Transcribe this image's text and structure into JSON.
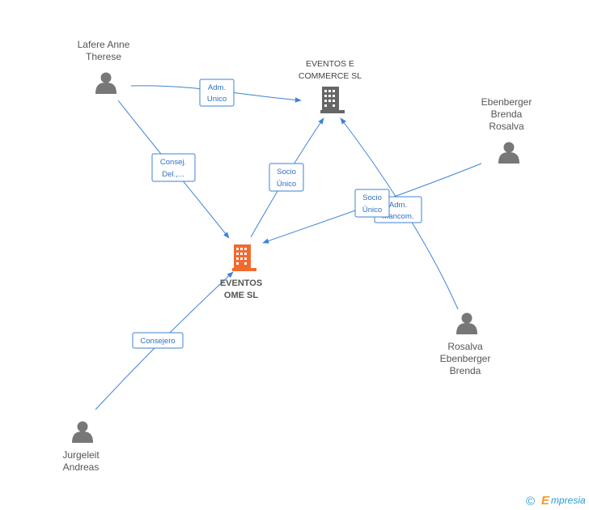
{
  "people": {
    "lafere": {
      "name_line1": "Lafere Anne",
      "name_line2": "Therese"
    },
    "ebenberger": {
      "name_line1": "Ebenberger",
      "name_line2": "Brenda",
      "name_line3": "Rosalva"
    },
    "rosalva": {
      "name_line1": "Rosalva",
      "name_line2": "Ebenberger",
      "name_line3": "Brenda"
    },
    "jurgeleit": {
      "name_line1": "Jurgeleit",
      "name_line2": "Andreas"
    }
  },
  "companies": {
    "commerce": {
      "name_line1": "EVENTOS E",
      "name_line2": "COMMERCE SL",
      "color": "#666666"
    },
    "ome": {
      "name_line1": "EVENTOS",
      "name_line2": "OME SL",
      "color": "#f26a2e"
    }
  },
  "edges": {
    "lafere_commerce": {
      "line1": "Adm.",
      "line2": "Unico"
    },
    "lafere_ome": {
      "line1": "Consej.",
      "line2": "Del.,..."
    },
    "ome_commerce": {
      "line1": "Socio",
      "line2": "Único"
    },
    "ebenberger_ome": {
      "line1": "Socio",
      "line2": "Único"
    },
    "rosalva_commerce": {
      "line1": "Adm.",
      "line2": "Mancom."
    },
    "jurgeleit_ome": {
      "line1": "Consejero"
    }
  },
  "colors": {
    "edge": "#3d82d6",
    "person_icon": "#777777",
    "watermark": "#2b9ad6",
    "watermark_accent": "#f39a1e"
  },
  "watermark": {
    "symbol": "©",
    "brand_initial": "E",
    "brand_rest": "mpresia"
  }
}
